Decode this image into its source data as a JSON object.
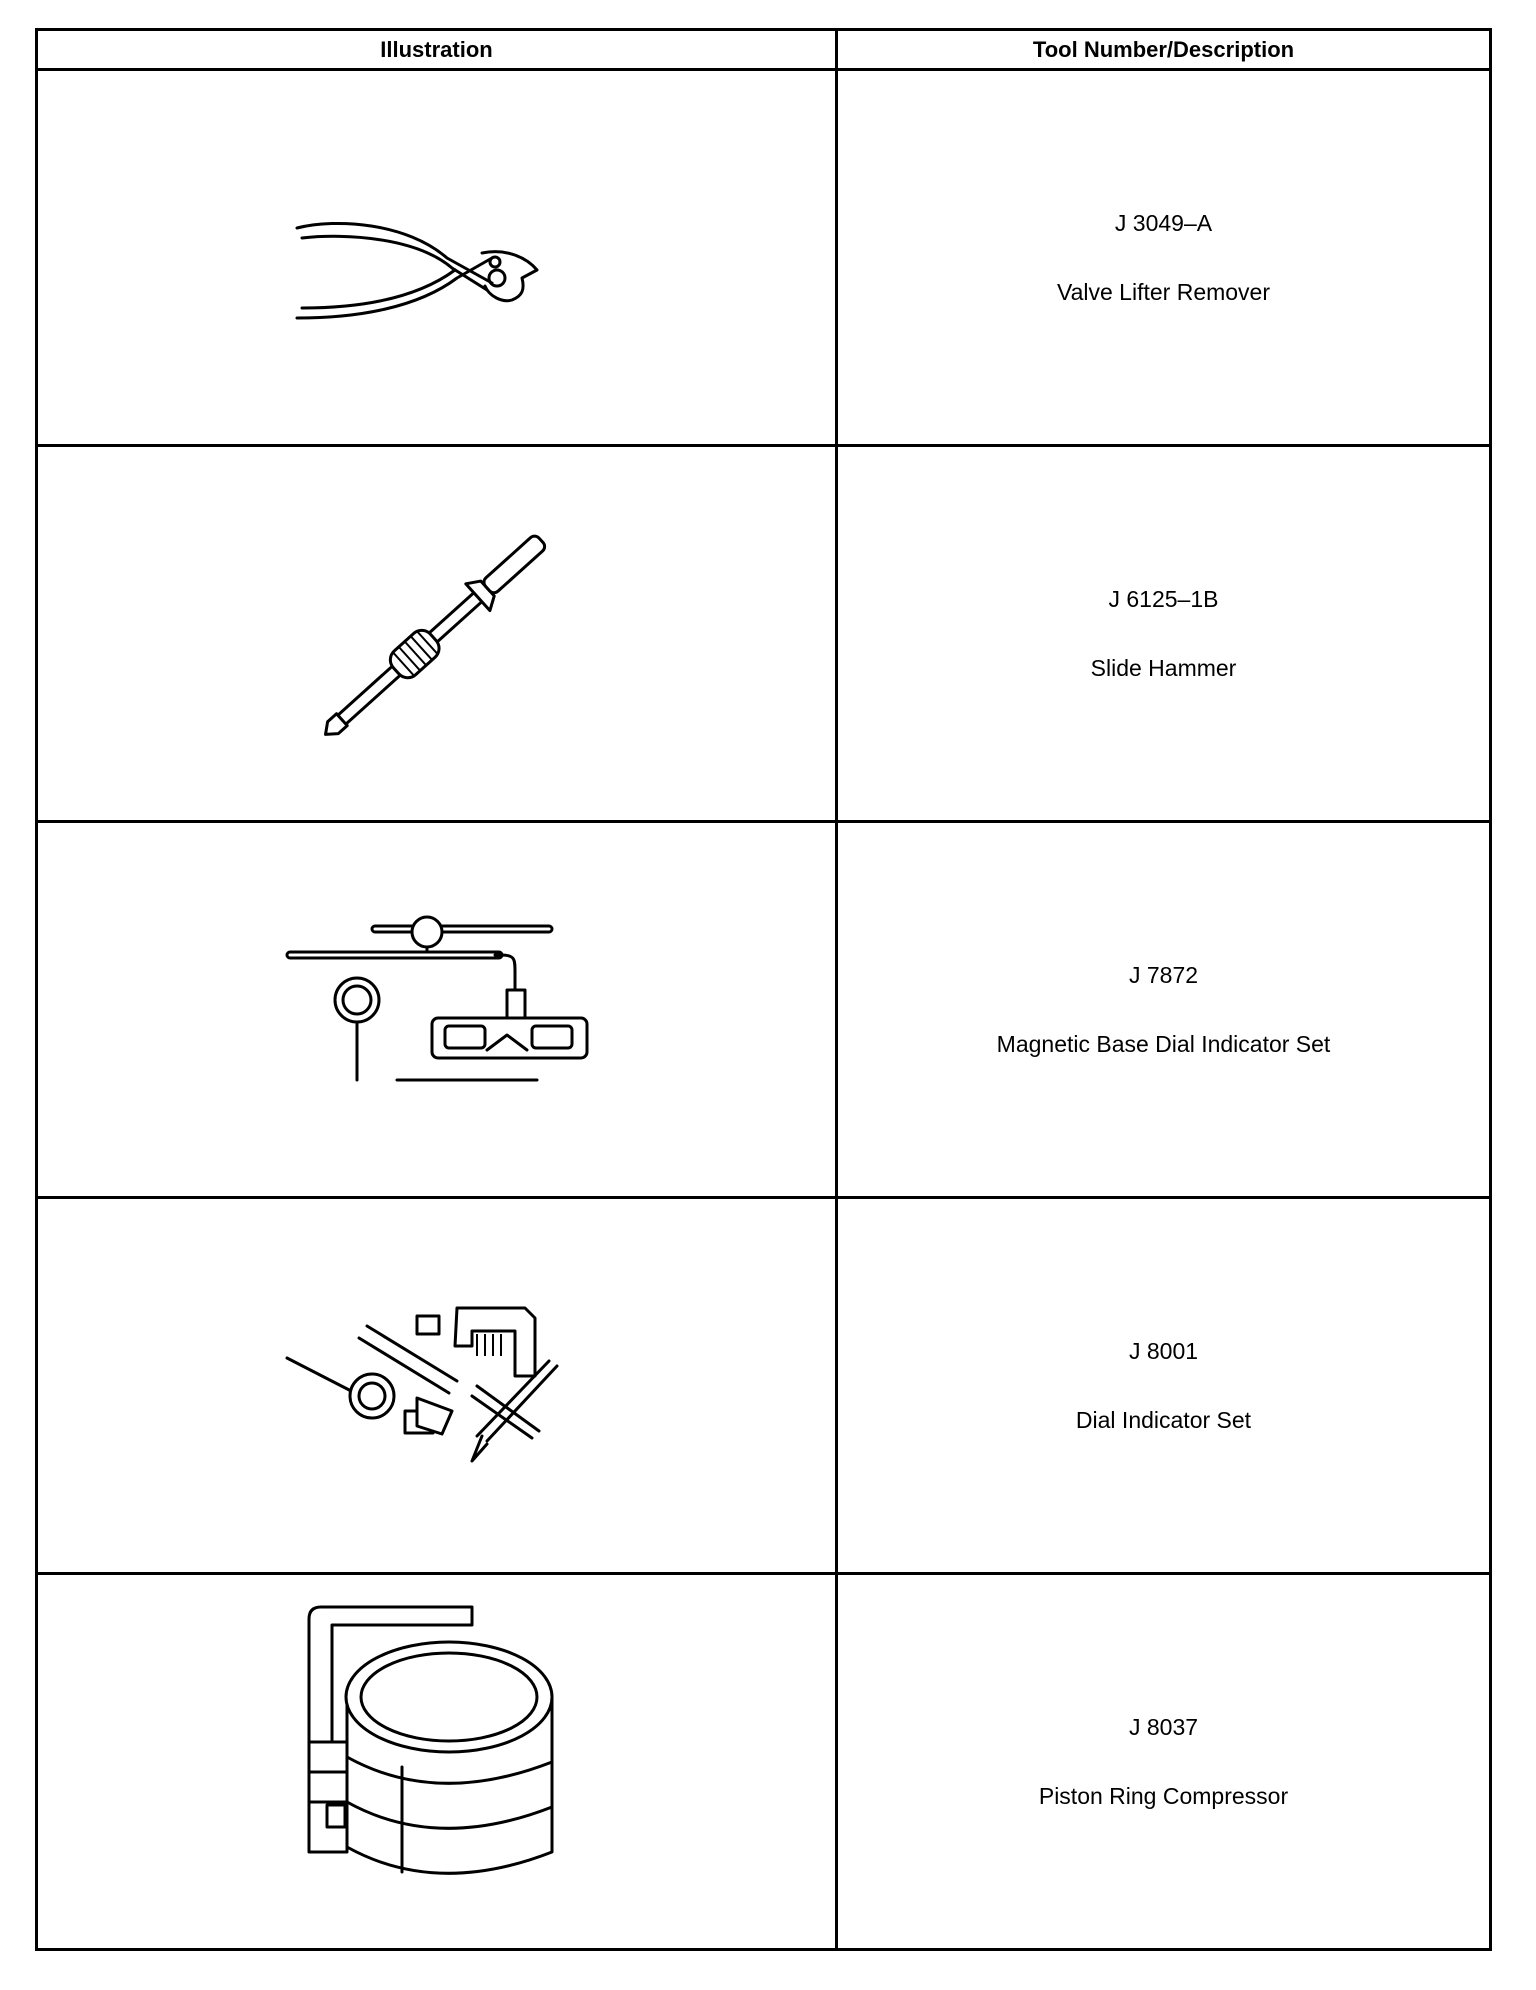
{
  "table": {
    "headers": {
      "illustration": "Illustration",
      "description": "Tool Number/Description"
    },
    "rows": [
      {
        "number": "J 3049–A",
        "description": "Valve Lifter Remover",
        "icon": "pliers-icon"
      },
      {
        "number": "J 6125–1B",
        "description": "Slide Hammer",
        "icon": "slide-hammer-icon"
      },
      {
        "number": "J 7872",
        "description": "Magnetic Base Dial Indicator Set",
        "icon": "magnetic-base-dial-indicator-icon"
      },
      {
        "number": "J 8001",
        "description": "Dial Indicator Set",
        "icon": "dial-indicator-set-icon"
      },
      {
        "number": "J 8037",
        "description": "Piston Ring Compressor",
        "icon": "piston-ring-compressor-icon"
      }
    ]
  }
}
